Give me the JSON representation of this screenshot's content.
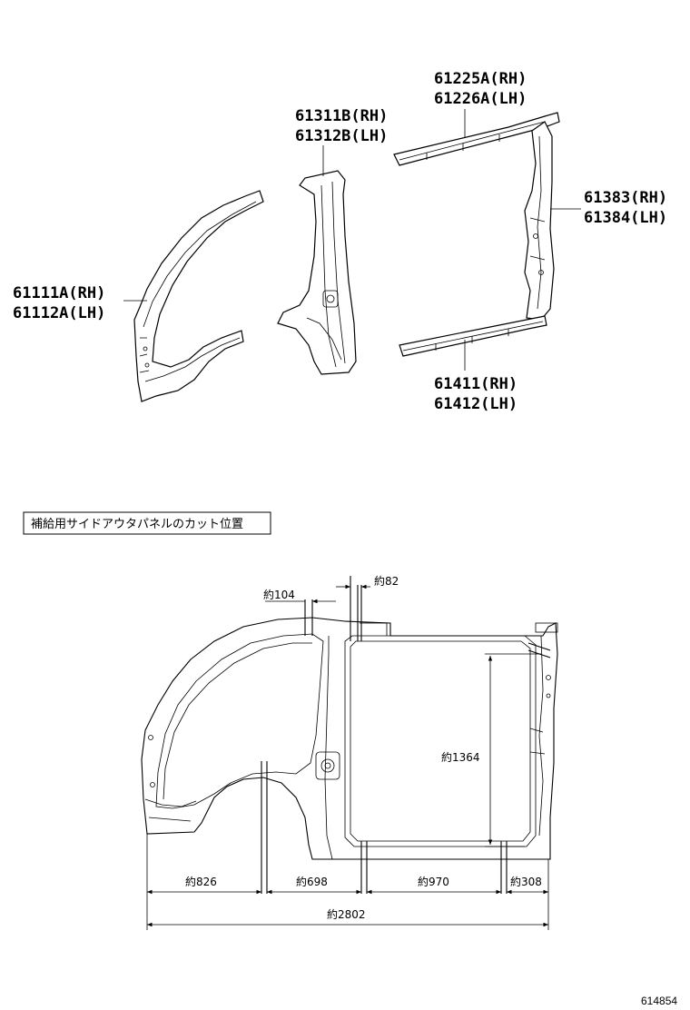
{
  "parts": [
    {
      "lines": [
        "61225A(RH)",
        "61226A(LH)"
      ]
    },
    {
      "lines": [
        "61311B(RH)",
        "61312B(LH)"
      ]
    },
    {
      "lines": [
        "61383(RH)",
        "61384(LH)"
      ]
    },
    {
      "lines": [
        "61111A(RH)",
        "61112A(LH)"
      ]
    },
    {
      "lines": [
        "61411(RH)",
        "61412(LH)"
      ]
    }
  ],
  "cut_caption": "補給用サイドアウタパネルのカット位置",
  "dimensions": {
    "d104": "約104",
    "d82": "約82",
    "d1364": "約1364",
    "d826": "約826",
    "d698": "約698",
    "d970": "約970",
    "d308": "約308",
    "d2802": "約2802"
  },
  "figure_number": "614854"
}
